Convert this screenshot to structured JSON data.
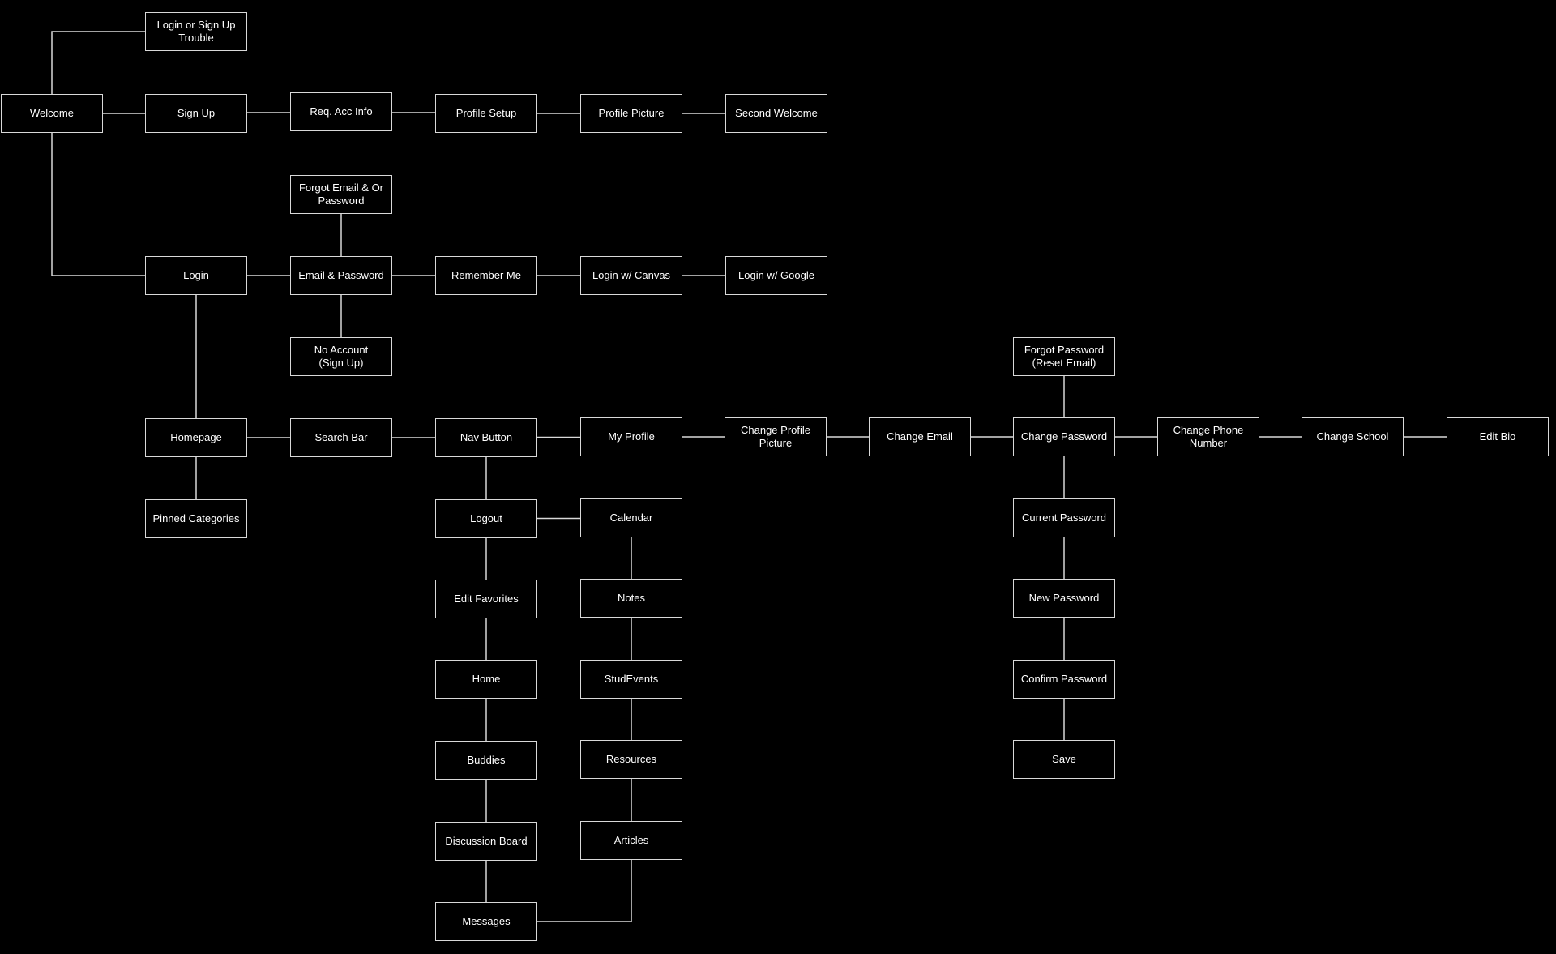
{
  "colors": {
    "background": "#000000",
    "stroke": "#d9d9d9",
    "text": "#ffffff"
  },
  "nodes": [
    {
      "id": "login-trouble",
      "label": "Login or Sign Up\nTrouble"
    },
    {
      "id": "welcome",
      "label": "Welcome"
    },
    {
      "id": "sign-up",
      "label": "Sign Up"
    },
    {
      "id": "req-acc-info",
      "label": "Req. Acc Info"
    },
    {
      "id": "profile-setup",
      "label": "Profile Setup"
    },
    {
      "id": "profile-picture",
      "label": "Profile Picture"
    },
    {
      "id": "second-welcome",
      "label": "Second Welcome"
    },
    {
      "id": "forgot-email-password",
      "label": "Forgot Email & Or\nPassword"
    },
    {
      "id": "login",
      "label": "Login"
    },
    {
      "id": "email-password",
      "label": "Email & Password"
    },
    {
      "id": "remember-me",
      "label": "Remember Me"
    },
    {
      "id": "login-canvas",
      "label": "Login w/ Canvas"
    },
    {
      "id": "login-google",
      "label": "Login w/ Google"
    },
    {
      "id": "no-account",
      "label": "No Account\n(Sign Up)"
    },
    {
      "id": "forgot-password-reset",
      "label": "Forgot Password\n(Reset Email)"
    },
    {
      "id": "homepage",
      "label": "Homepage"
    },
    {
      "id": "search-bar",
      "label": "Search Bar"
    },
    {
      "id": "nav-button",
      "label": "Nav Button"
    },
    {
      "id": "my-profile",
      "label": "My Profile"
    },
    {
      "id": "change-profile-picture",
      "label": "Change Profile\nPicture"
    },
    {
      "id": "change-email",
      "label": "Change Email"
    },
    {
      "id": "change-password",
      "label": "Change Password"
    },
    {
      "id": "change-phone",
      "label": "Change Phone\nNumber"
    },
    {
      "id": "change-school",
      "label": "Change School"
    },
    {
      "id": "edit-bio",
      "label": "Edit Bio"
    },
    {
      "id": "pinned-categories",
      "label": "Pinned Categories"
    },
    {
      "id": "logout",
      "label": "Logout"
    },
    {
      "id": "calendar",
      "label": "Calendar"
    },
    {
      "id": "current-password",
      "label": "Current Password"
    },
    {
      "id": "edit-favorites",
      "label": "Edit Favorites"
    },
    {
      "id": "notes",
      "label": "Notes"
    },
    {
      "id": "new-password",
      "label": "New Password"
    },
    {
      "id": "home",
      "label": "Home"
    },
    {
      "id": "studevents",
      "label": "StudEvents"
    },
    {
      "id": "confirm-password",
      "label": "Confirm Password"
    },
    {
      "id": "buddies",
      "label": "Buddies"
    },
    {
      "id": "resources",
      "label": "Resources"
    },
    {
      "id": "save",
      "label": "Save"
    },
    {
      "id": "discussion-board",
      "label": "Discussion Board"
    },
    {
      "id": "articles",
      "label": "Articles"
    },
    {
      "id": "messages",
      "label": "Messages"
    }
  ],
  "edges": [
    {
      "from": "welcome",
      "to": "login-trouble"
    },
    {
      "from": "welcome",
      "to": "sign-up"
    },
    {
      "from": "sign-up",
      "to": "req-acc-info"
    },
    {
      "from": "req-acc-info",
      "to": "profile-setup"
    },
    {
      "from": "profile-setup",
      "to": "profile-picture"
    },
    {
      "from": "profile-picture",
      "to": "second-welcome"
    },
    {
      "from": "welcome",
      "to": "login"
    },
    {
      "from": "login",
      "to": "email-password"
    },
    {
      "from": "email-password",
      "to": "forgot-email-password"
    },
    {
      "from": "email-password",
      "to": "remember-me"
    },
    {
      "from": "remember-me",
      "to": "login-canvas"
    },
    {
      "from": "login-canvas",
      "to": "login-google"
    },
    {
      "from": "email-password",
      "to": "no-account"
    },
    {
      "from": "login",
      "to": "homepage"
    },
    {
      "from": "homepage",
      "to": "search-bar"
    },
    {
      "from": "search-bar",
      "to": "nav-button"
    },
    {
      "from": "nav-button",
      "to": "my-profile"
    },
    {
      "from": "my-profile",
      "to": "change-profile-picture"
    },
    {
      "from": "change-profile-picture",
      "to": "change-email"
    },
    {
      "from": "change-email",
      "to": "change-password"
    },
    {
      "from": "change-password",
      "to": "forgot-password-reset"
    },
    {
      "from": "change-password",
      "to": "change-phone"
    },
    {
      "from": "change-phone",
      "to": "change-school"
    },
    {
      "from": "change-school",
      "to": "edit-bio"
    },
    {
      "from": "homepage",
      "to": "pinned-categories"
    },
    {
      "from": "nav-button",
      "to": "logout"
    },
    {
      "from": "logout",
      "to": "calendar"
    },
    {
      "from": "logout",
      "to": "edit-favorites"
    },
    {
      "from": "edit-favorites",
      "to": "home"
    },
    {
      "from": "home",
      "to": "buddies"
    },
    {
      "from": "buddies",
      "to": "discussion-board"
    },
    {
      "from": "discussion-board",
      "to": "messages"
    },
    {
      "from": "calendar",
      "to": "notes"
    },
    {
      "from": "notes",
      "to": "studevents"
    },
    {
      "from": "studevents",
      "to": "resources"
    },
    {
      "from": "resources",
      "to": "articles"
    },
    {
      "from": "articles",
      "to": "messages"
    },
    {
      "from": "change-password",
      "to": "current-password"
    },
    {
      "from": "current-password",
      "to": "new-password"
    },
    {
      "from": "new-password",
      "to": "confirm-password"
    },
    {
      "from": "confirm-password",
      "to": "save"
    }
  ]
}
